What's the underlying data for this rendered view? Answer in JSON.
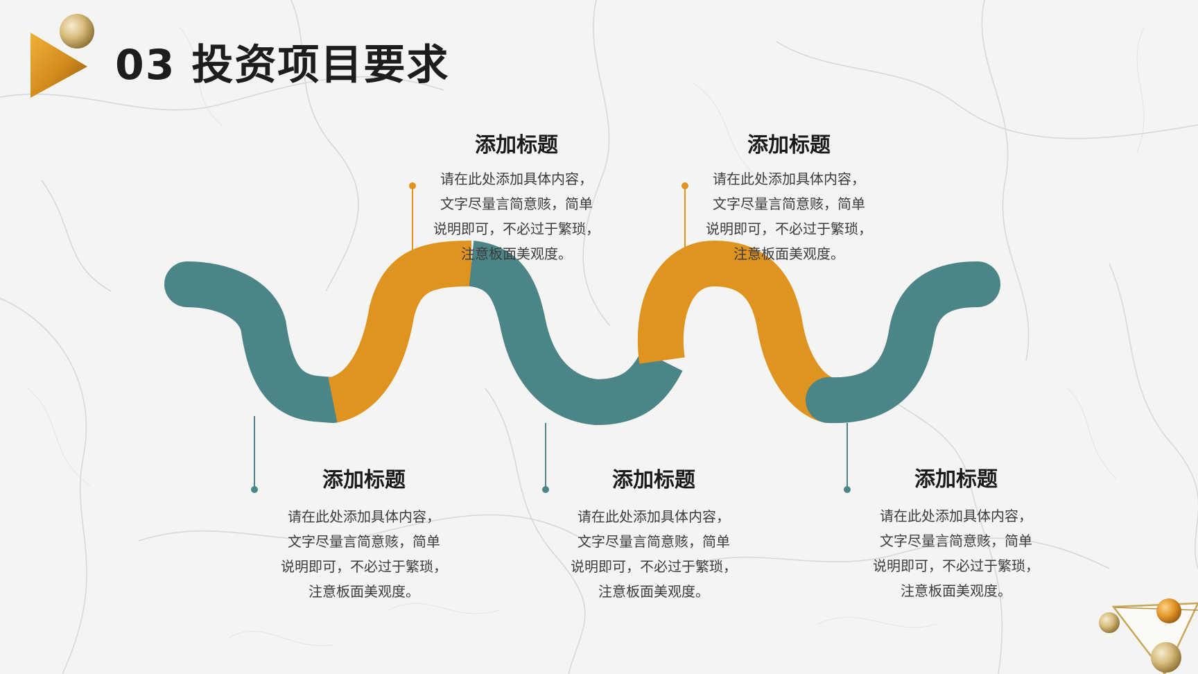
{
  "slide": {
    "title": "03 投资项目要求",
    "colors": {
      "teal": "#4c8587",
      "orange": "#e09420",
      "gold": "#c79a3e",
      "text": "#1d1d1d"
    },
    "items": [
      {
        "heading": "添加标题",
        "lines": [
          "请在此处添加具体内容，",
          "文字尽量言简意赅，简单",
          "说明即可，不必过于繁琐，",
          "注意板面美观度。"
        ]
      },
      {
        "heading": "添加标题",
        "lines": [
          "请在此处添加具体内容，",
          "文字尽量言简意赅，简单",
          "说明即可，不必过于繁琐，",
          "注意板面美观度。"
        ]
      },
      {
        "heading": "添加标题",
        "lines": [
          "请在此处添加具体内容，",
          "文字尽量言简意赅，简单",
          "说明即可，不必过于繁琐，",
          "注意板面美观度。"
        ]
      },
      {
        "heading": "添加标题",
        "lines": [
          "请在此处添加具体内容，",
          "文字尽量言简意赅，简单",
          "说明即可，不必过于繁琐，",
          "注意板面美观度。"
        ]
      },
      {
        "heading": "添加标题",
        "lines": [
          "请在此处添加具体内容，",
          "文字尽量言简意赅，简单",
          "说明即可，不必过于繁琐，",
          "注意板面美观度。"
        ]
      }
    ]
  }
}
